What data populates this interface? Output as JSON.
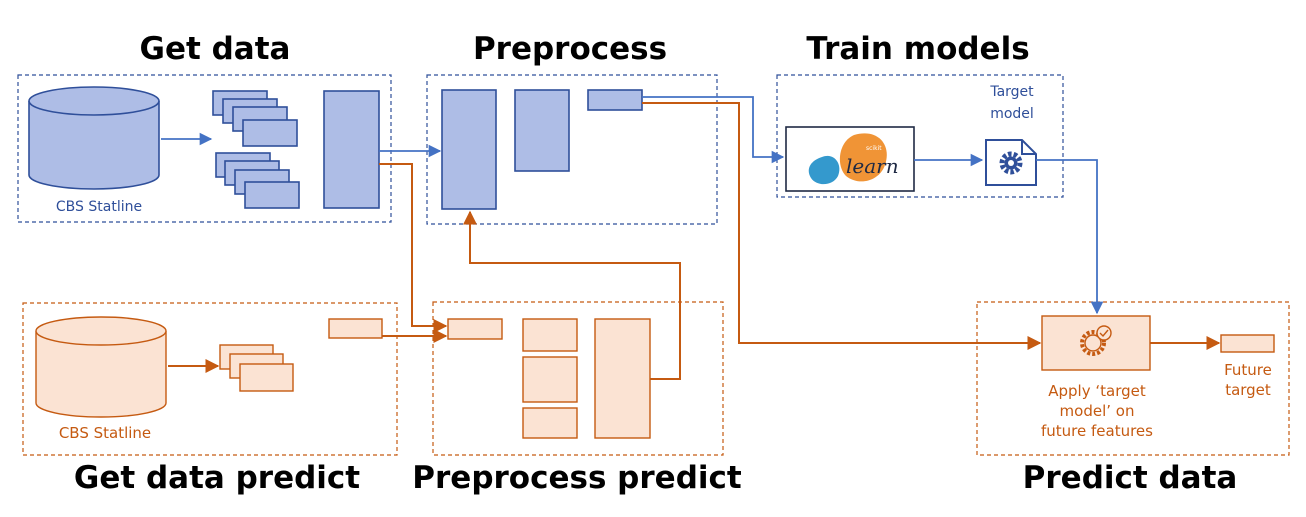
{
  "titles": {
    "get_data": "Get data",
    "preprocess": "Preprocess",
    "train_models": "Train models",
    "get_data_predict": "Get data predict",
    "preprocess_predict": "Preprocess predict",
    "predict_data": "Predict data"
  },
  "labels": {
    "cbs_statline_top": "CBS Statline",
    "cbs_statline_bottom": "CBS Statline",
    "target_model_line1": "Target",
    "target_model_line2": "model",
    "apply_line1": "Apply ‘target",
    "apply_line2": "model’ on",
    "apply_line3": "future features",
    "future_line1": "Future",
    "future_line2": "target",
    "sklearn_scikit": "scikit",
    "sklearn_learn": "learn"
  },
  "colors": {
    "blue_stroke": "#2f4f9a",
    "blue_fill": "#aebde6",
    "blue_arrow": "#4472c4",
    "orange_stroke": "#c55a11",
    "orange_fill": "#fbe3d3",
    "sklearn_orange": "#f09436",
    "sklearn_blue": "#3499cd"
  },
  "icons": {
    "database_top": "database-cylinder-icon",
    "database_bottom": "database-cylinder-icon",
    "target_model": "gear-document-icon",
    "apply_model": "gear-check-icon"
  }
}
